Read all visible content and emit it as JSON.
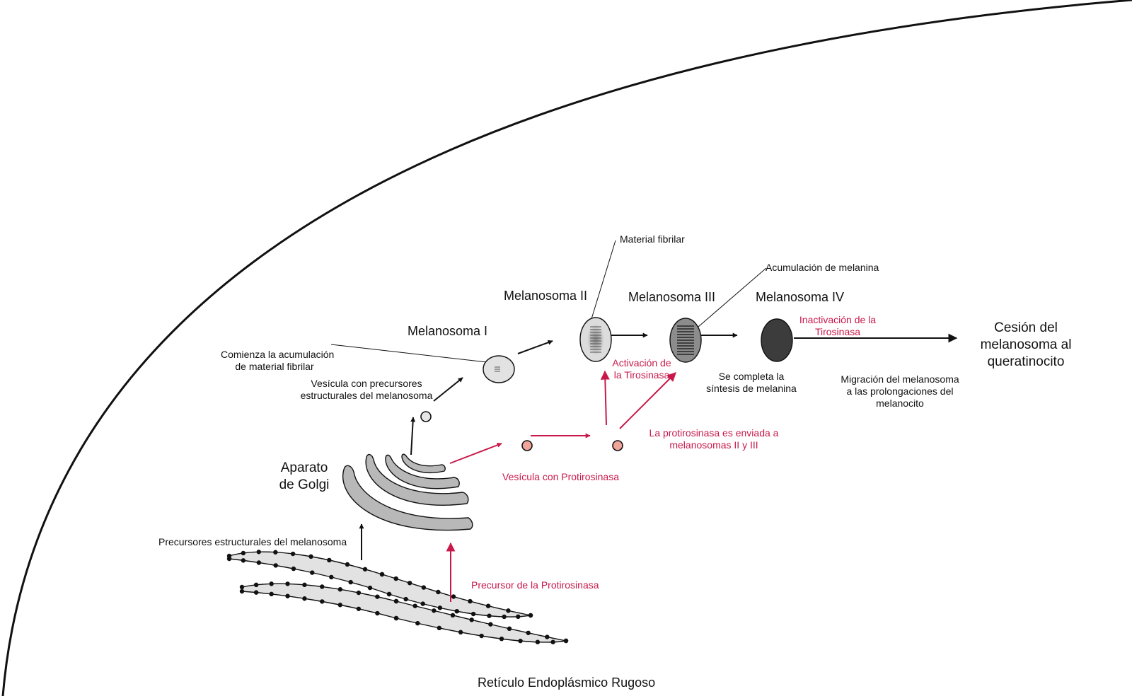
{
  "colors": {
    "black": "#111111",
    "accent_red": "#c8194a",
    "vesicle_pink": "#f0a49a",
    "golgi_gray": "#b8b8b8",
    "er_gray": "#e2e2e2",
    "melanosome_dark": "#3c3c3c"
  },
  "labels": {
    "melanosoma_1": "Melanosoma I",
    "melanosoma_2": "Melanosoma II",
    "melanosoma_3": "Melanosoma III",
    "melanosoma_4": "Melanosoma IV",
    "material_fibrilar": "Material fibrilar",
    "acumulacion_melanina": "Acumulación de melanina",
    "comienza_1": "Comienza la acumulación",
    "comienza_2": "de material fibrilar",
    "vesicula_precursores_1": "Vesícula con precursores",
    "vesicula_precursores_2": "estructurales del melanosoma",
    "activacion_1": "Activación de",
    "activacion_2": "la Tirosinasa",
    "inactivacion_1": "Inactivación de la",
    "inactivacion_2": "Tirosinasa",
    "se_completa_1": "Se completa la",
    "se_completa_2": "síntesis de melanina",
    "cesion_1": "Cesión del",
    "cesion_2": "melanosoma al",
    "cesion_3": "queratinocito",
    "migracion_1": "Migración del melanosoma",
    "migracion_2": "a las prolongaciones del",
    "migracion_3": "melanocito",
    "protirosinasa_enviada_1": "La protirosinasa es enviada a",
    "protirosinasa_enviada_2": "melanosomas II y III",
    "vesicula_protirosinasa": "Vesícula con Protirosinasa",
    "aparato_golgi_1": "Aparato",
    "aparato_golgi_2": "de Golgi",
    "precursores_estructurales": "Precursores estructurales del melanosoma",
    "precursor_protirosinasa": "Precursor de la Protirosinasa",
    "reticulo": "Retículo Endoplásmico Rugoso"
  }
}
